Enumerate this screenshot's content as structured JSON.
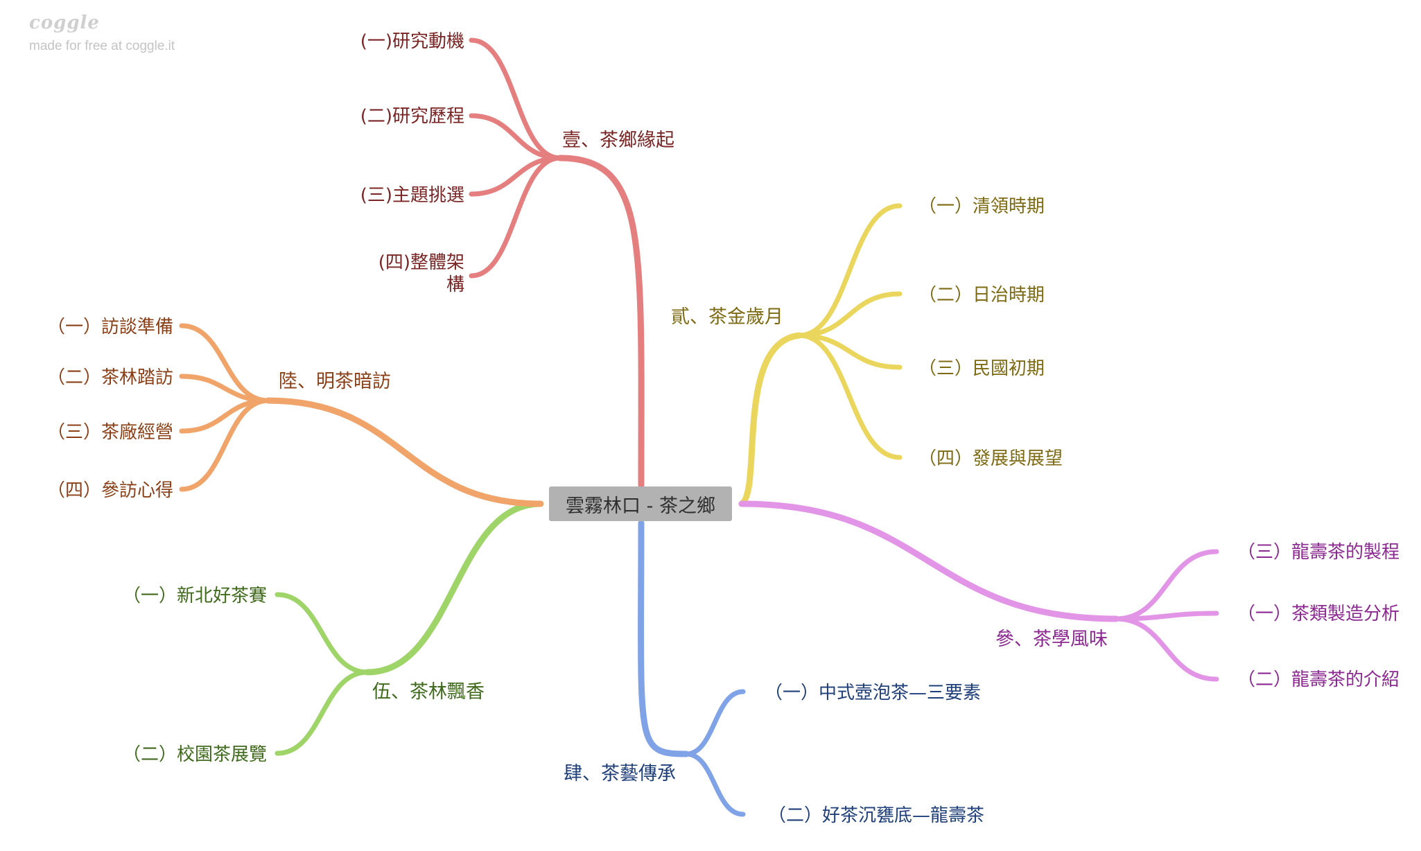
{
  "brand": {
    "logo": "coggle",
    "tagline": "made for free at coggle.it"
  },
  "root": {
    "label": "雲霧林口 - 茶之鄉"
  },
  "branches": [
    {
      "id": "b1",
      "label": "壹、茶鄉緣起",
      "color": "#e57f7f",
      "text_color": "#7a2424",
      "children": [
        "(一)研究動機",
        "(二)研究歷程",
        "(三)主題挑選",
        "(四)整體架構"
      ]
    },
    {
      "id": "b2",
      "label": "貳、茶金歲月",
      "color": "#ead65c",
      "text_color": "#7d6a12",
      "children": [
        "（一）清領時期",
        "（二）日治時期",
        "（三）民國初期",
        "（四）發展與展望"
      ]
    },
    {
      "id": "b3",
      "label": "參、茶學風味",
      "color": "#e294e6",
      "text_color": "#8c2891",
      "children": [
        "（三）龍壽茶的製程",
        "（一）茶類製造分析",
        "（二）龍壽茶的介紹"
      ]
    },
    {
      "id": "b4",
      "label": "肆、茶藝傳承",
      "color": "#7fa3e6",
      "text_color": "#1f3f7a",
      "children": [
        "（一）中式壺泡茶—三要素",
        "（二）好茶沉甕底—龍壽茶"
      ]
    },
    {
      "id": "b5",
      "label": "伍、茶林飄香",
      "color": "#9ed468",
      "text_color": "#3f6a1b",
      "children": [
        "（一）新北好茶賽",
        "（二）校園茶展覽"
      ]
    },
    {
      "id": "b6",
      "label": "陸、明茶暗訪",
      "color": "#f0a46a",
      "text_color": "#8a3f16",
      "children": [
        "（一）訪談準備",
        "（二）茶林踏訪",
        "（三）茶廠經營",
        "（四）參訪心得"
      ]
    }
  ]
}
